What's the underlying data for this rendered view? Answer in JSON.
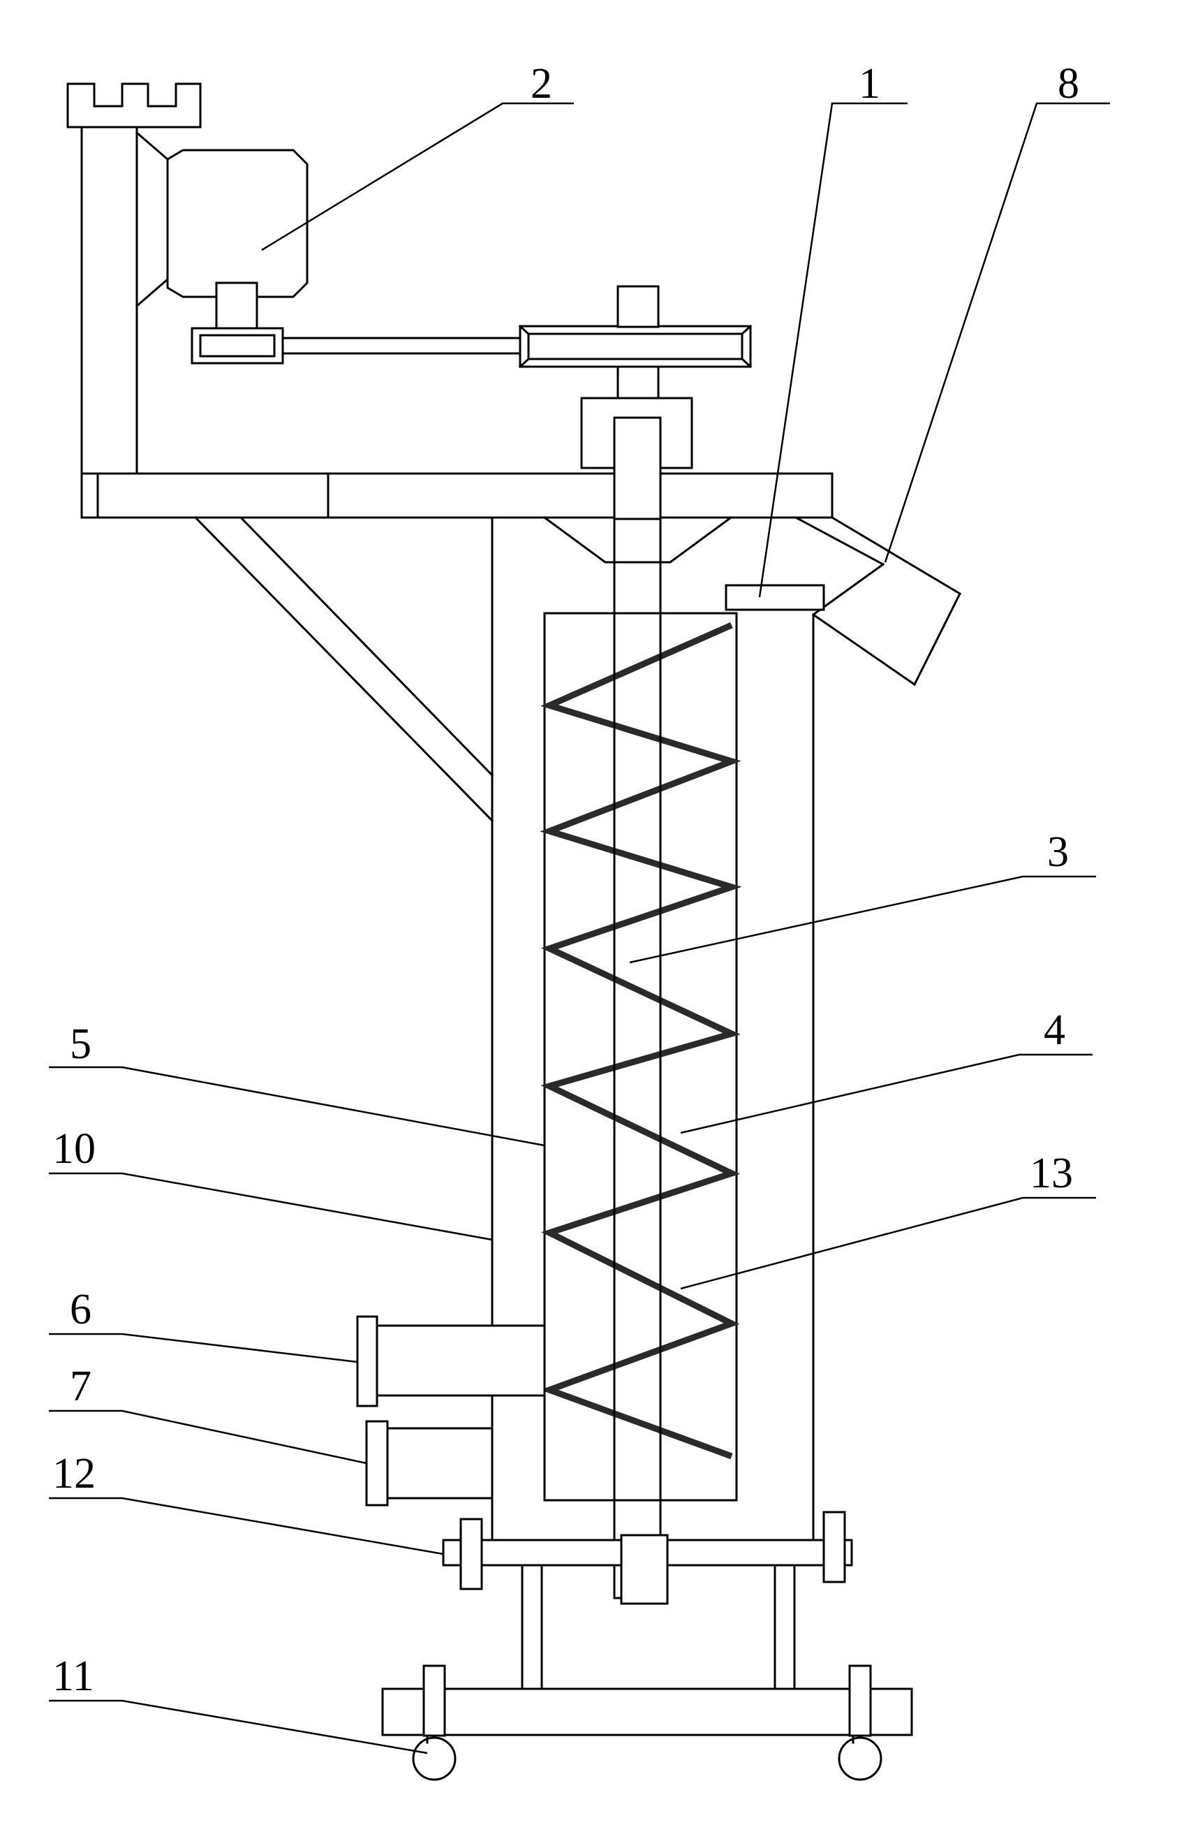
{
  "labels": {
    "l1": "1",
    "l2": "2",
    "l3": "3",
    "l4": "4",
    "l5": "5",
    "l6": "6",
    "l7": "7",
    "l8": "8",
    "l10": "10",
    "l11": "11",
    "l12": "12",
    "l13": "13"
  }
}
